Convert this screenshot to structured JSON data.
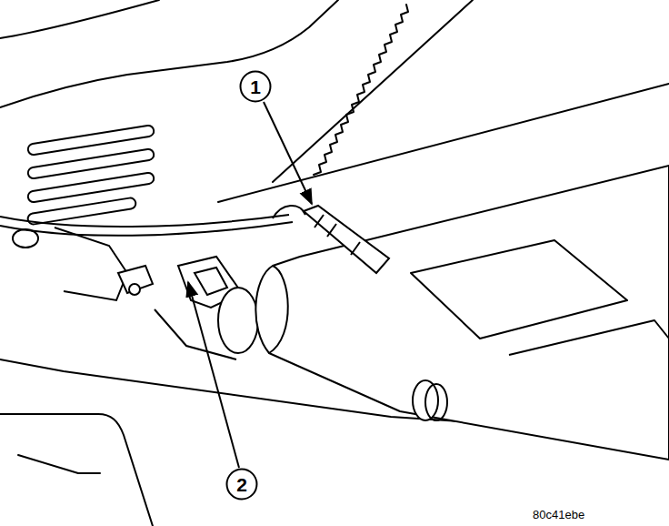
{
  "diagram": {
    "nodes": [
      {
        "text": [
          "1"
        ]
      },
      {
        "text": [
          "2"
        ]
      }
    ],
    "labels": [
      "80c41ebe"
    ]
  }
}
